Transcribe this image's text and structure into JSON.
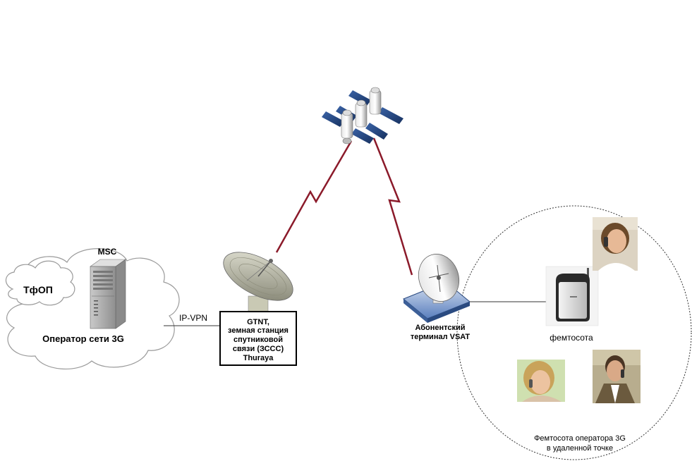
{
  "labels": {
    "msc": "MSC",
    "tfop": "ТфОП",
    "operator": "Оператор сети 3G",
    "ipvpn": "IP-VPN",
    "station": [
      "GTNT,",
      "земная станция",
      "спутниковой",
      "связи (ЗССС)",
      "Thuraya"
    ],
    "vsat": [
      "Абонентский",
      "терминал VSAT"
    ],
    "femtocell": "фемтосота",
    "remote": [
      "Фемтосота оператора  3G",
      "в удаленной точке"
    ]
  },
  "colors": {
    "radio_link": "#8b1a2a",
    "cloud_stroke": "#9a9a9a",
    "satellite_panel": "#2a4f8c",
    "terminal_base": "#4a6fa8"
  },
  "icons": [
    "satellite-icon",
    "server-icon",
    "satellite-dish-icon",
    "vsat-terminal-icon",
    "femtocell-device-icon",
    "person-photo-icon"
  ]
}
